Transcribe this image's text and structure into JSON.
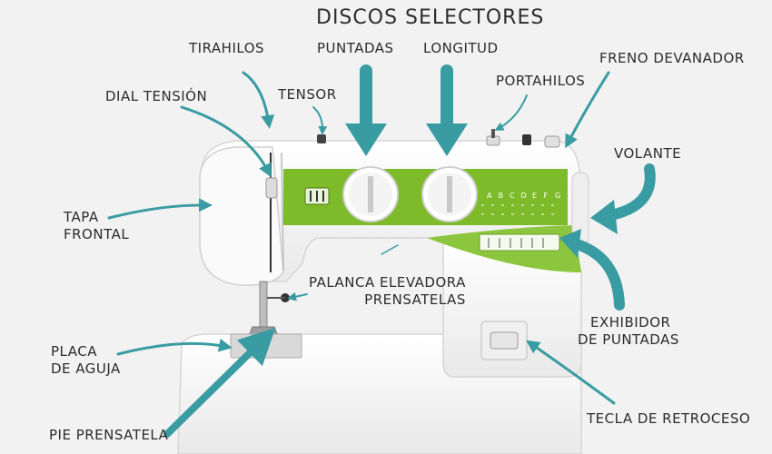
{
  "title": "DISCOS SELECTORES",
  "labels": {
    "puntadas": "PUNTADAS",
    "longitud": "LONGITUD",
    "tirahilos": "TIRAHILOS",
    "tensor": "TENSOR",
    "dial_tension": "DIAL TENSIÓN",
    "portahilos": "PORTAHILOS",
    "freno_devanador": "FRENO DEVANADOR",
    "volante": "VOLANTE",
    "tapa_frontal_1": "TAPA",
    "tapa_frontal_2": "FRONTAL",
    "palanca_1": "PALANCA ELEVADORA",
    "palanca_2": "PRENSATELAS",
    "exhibidor_1": "EXHIBIDOR",
    "exhibidor_2": "DE PUNTADAS",
    "placa_1": "PLACA",
    "placa_2": "DE AGUJA",
    "pie_prensatela": "PIE PRENSATELA",
    "tecla_retroceso": "TECLA DE RETROCESO"
  },
  "machine": {
    "stitch_letters": [
      "A",
      "B",
      "C",
      "D",
      "E",
      "F",
      "G"
    ]
  },
  "colors": {
    "arrow": "#3a9ca3",
    "machine_green": "#7dbb2a",
    "machine_body": "#ffffff",
    "outline": "#d0d0d0",
    "text": "#2c2c2c"
  }
}
